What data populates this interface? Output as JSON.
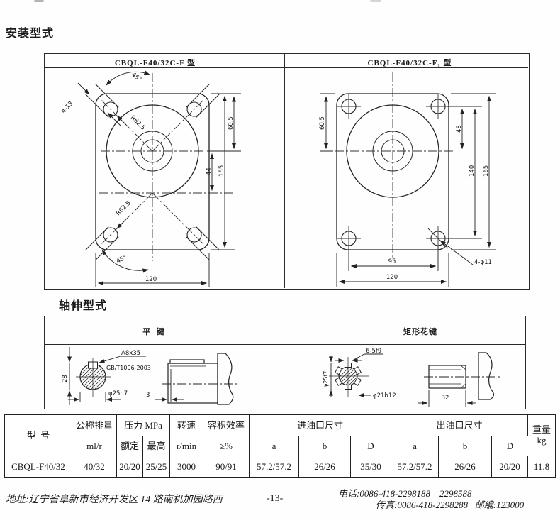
{
  "titles": {
    "install": "安装型式",
    "shaft": "轴伸型式"
  },
  "panel1": {
    "left_title": "CBQL-F40/32C-F 型",
    "right_title": "CBQL-F40/32C-F₁ 型",
    "left_dims": {
      "angle_top": "45°",
      "slot": "4-13",
      "r_top": "R62.5",
      "r_bottom": "R62.5",
      "angle_bottom": "45°",
      "d60": "60.5",
      "d44": "44",
      "d165": "165",
      "d120": "120"
    },
    "right_dims": {
      "d60": "60.5",
      "d48": "48",
      "d140": "140",
      "d165": "165",
      "d95": "95",
      "d120": "120",
      "holes": "4-φ11"
    }
  },
  "panel2": {
    "left_title": "平  键",
    "right_title": "矩形花键",
    "left_dims": {
      "d28": "28",
      "key": "A8x35",
      "std": "GB/T1096-2003",
      "dia": "φ25h7",
      "d3": "3"
    },
    "right_dims": {
      "dia_major": "φ25f7",
      "spline": "6-5f9",
      "dia_minor": "φ21b12",
      "d32": "32"
    }
  },
  "table": {
    "headers": {
      "model": "型  号",
      "displacement": "公称排量",
      "pressure": "压力 MPa",
      "speed": "转速",
      "efficiency": "容积效率",
      "inlet": "进油口尺寸",
      "outlet": "出油口尺寸",
      "weight": "重量",
      "ml": "ml/r",
      "rated": "额定",
      "max": "最高",
      "rmin": "r/min",
      "pct": "≥%",
      "a1": "a",
      "b1": "b",
      "d1": "D",
      "a2": "a",
      "b2": "b",
      "d2": "D",
      "kg": "kg"
    },
    "row": {
      "model": "CBQL-F40/32",
      "ml": "40/32",
      "rated": "20/20",
      "max": "25/25",
      "speed": "3000",
      "eff": "90/91",
      "in_a": "57.2/57.2",
      "in_b": "26/26",
      "in_d": "35/30",
      "out_a": "57.2/57.2",
      "out_b": "26/26",
      "out_d": "20/20",
      "kg": "11.8"
    }
  },
  "footer": {
    "address": "地址:辽宁省阜新市经济开发区 14 路南机加园路西",
    "page": "-13-",
    "phone": "电话:0086-418-2298188    2298588",
    "fax": "传真:0086-418-2298288   邮编:123000"
  }
}
